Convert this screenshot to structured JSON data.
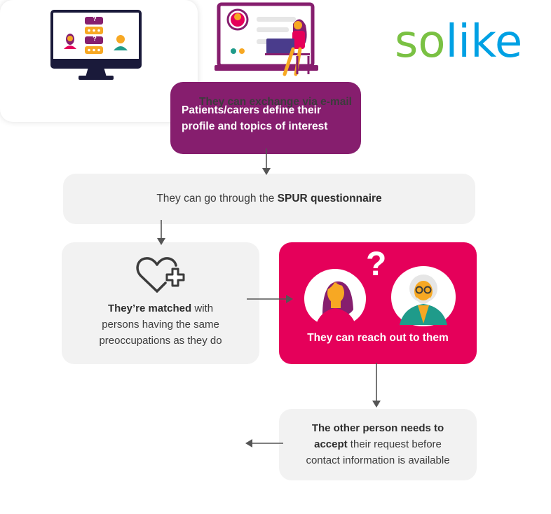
{
  "logo": {
    "part1": "so",
    "part2": "like"
  },
  "steps": {
    "profile": {
      "line1": "Patients/carers define their",
      "line2": "profile and topics of interest"
    },
    "spur": {
      "text_pre": "They can go through the ",
      "text_bold": "SPUR questionnaire"
    },
    "matched": {
      "bold": "They’re matched",
      "rest1": " with",
      "line2": "persons having the same",
      "line3": "preoccupations as they do"
    },
    "reach": {
      "label": "They can reach out to them",
      "question_mark": "?"
    },
    "accept": {
      "bold1": "The other person needs to",
      "bold2": "accept",
      "rest2": " their request before",
      "line3": "contact information is available"
    },
    "email": {
      "label": "They can exchange via e-mail",
      "q1": "?",
      "q2": "?"
    }
  },
  "colors": {
    "purple": "#861e6e",
    "pink": "#e5005a",
    "grey": "#f2f2f2",
    "green": "#7ac143",
    "blue": "#00a1e4",
    "orange": "#f7a823",
    "teal": "#1f9b8a"
  },
  "icons": [
    "laptop-user-icon",
    "heart-plus-icon",
    "woman-avatar-icon",
    "old-man-avatar-icon",
    "computer-monitor-icon"
  ]
}
